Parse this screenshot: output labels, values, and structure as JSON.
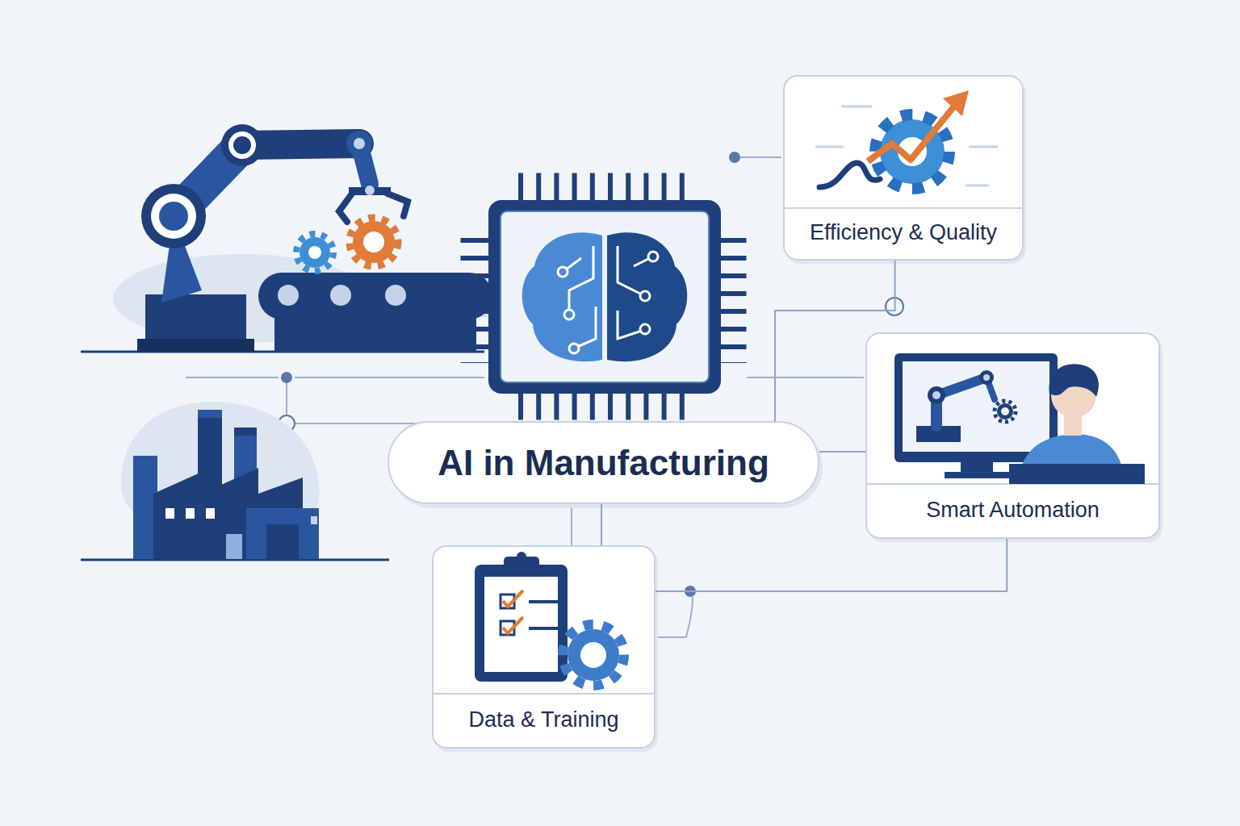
{
  "diagram": {
    "nodes": [
      {
        "text": [
          "AI in Manufacturing"
        ]
      },
      {
        "text": [
          "Efficiency & Quality"
        ]
      },
      {
        "text": [
          "Smart Automation"
        ]
      },
      {
        "text": [
          "Data & Training"
        ]
      }
    ],
    "edges": [
      {
        "from": 0,
        "to": 1,
        "arrow": "none"
      },
      {
        "from": 0,
        "to": 2,
        "arrow": "none"
      },
      {
        "from": 0,
        "to": 3,
        "arrow": "none"
      },
      {
        "from": 3,
        "to": 2,
        "arrow": "none"
      }
    ]
  }
}
